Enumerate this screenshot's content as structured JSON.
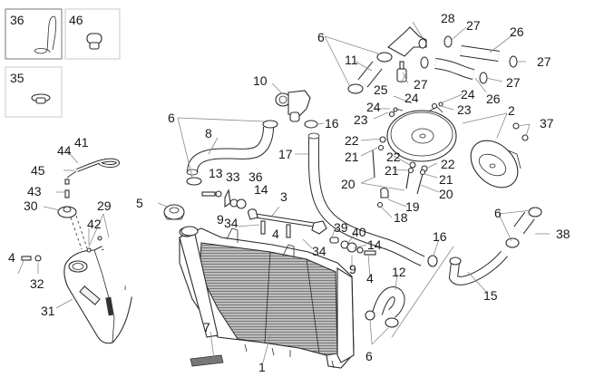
{
  "diagram": {
    "title": "Cooling system exploded parts diagram",
    "inset_boxes": [
      {
        "id": "36",
        "label": "36",
        "part": "hose clip wire"
      },
      {
        "id": "46",
        "label": "46",
        "part": "cap plug"
      },
      {
        "id": "35",
        "label": "35",
        "part": "grommet"
      }
    ],
    "parts": {
      "p1": "1",
      "p2a": "2",
      "p3": "3",
      "p4a": "4",
      "p4b": "4",
      "p4c": "4",
      "p5": "5",
      "p6a": "6",
      "p6b": "6",
      "p6c": "6",
      "p6d": "6",
      "p7": "7",
      "p8": "8",
      "p9a": "9",
      "p9b": "9",
      "p10": "10",
      "p11": "11",
      "p12": "12",
      "p13": "13",
      "p14a": "14",
      "p14b": "14",
      "p15": "15",
      "p16a": "16",
      "p16b": "16",
      "p17": "17",
      "p18": "18",
      "p19": "19",
      "p20a": "20",
      "p20b": "20",
      "p21a": "21",
      "p21b": "21",
      "p21c": "21",
      "p22a": "22",
      "p22b": "22",
      "p22c": "22",
      "p23a": "23",
      "p23b": "23",
      "p24a": "24",
      "p24b": "24",
      "p24c": "24",
      "p25": "25",
      "p26a": "26",
      "p26b": "26",
      "p27a": "27",
      "p27b": "27",
      "p27c": "27",
      "p27d": "27",
      "p28": "28",
      "p29": "29",
      "p30": "30",
      "p31": "31",
      "p32": "32",
      "p33": "33",
      "p34a": "34",
      "p34b": "34",
      "p36": "36",
      "p37": "37",
      "p38": "38",
      "p39": "39",
      "p40": "40",
      "p41": "41",
      "p42": "42",
      "p43": "43",
      "p44": "44",
      "p45": "45"
    }
  }
}
